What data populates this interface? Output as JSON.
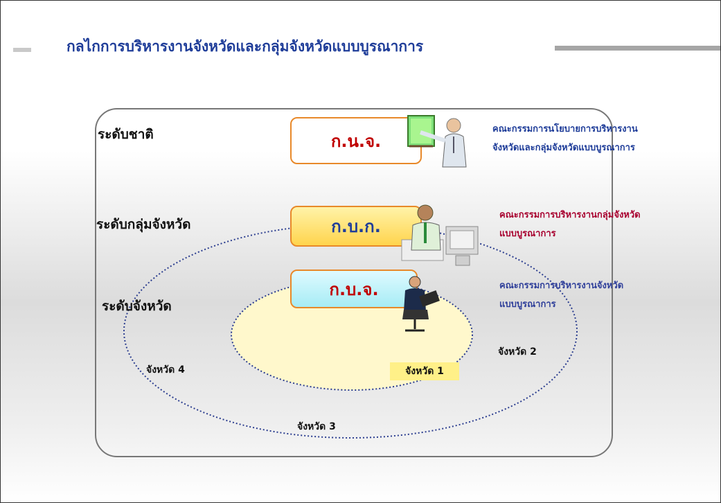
{
  "title": "กลไกการบริหารงานจังหวัดและกลุ่มจังหวัดแบบบูรณาการ",
  "levels": {
    "national": "ระดับชาติ",
    "group": "ระดับกลุ่มจังหวัด",
    "province": "ระดับจังหวัด"
  },
  "committees": {
    "national": {
      "abbr": "ก.น.จ.",
      "desc_line1": "คณะกรรมการนโยบายการบริหารงาน",
      "desc_line2": "จังหวัดและกลุ่มจังหวัดแบบบูรณาการ"
    },
    "group": {
      "abbr": "ก.บ.ก.",
      "desc_line1": "คณะกรรมการบริหารงานกลุ่มจังหวัด",
      "desc_line2": "แบบบูรณาการ"
    },
    "province": {
      "abbr": "ก.บ.จ.",
      "desc_line1": "คณะกรรมการบริหารงานจังหวัด",
      "desc_line2": "แบบบูรณาการ"
    }
  },
  "provinces": {
    "p1": "จังหวัด 1",
    "p2": "จังหวัด 2",
    "p3": "จังหวัด 3",
    "p4": "จังหวัด 4"
  },
  "colors": {
    "title": "#1f3d99",
    "national_text": "#c00000",
    "group_text": "#1f3d99",
    "province_text": "#c00000",
    "box_border": "#e8892a",
    "inner_ellipse_fill": "#fff8cc",
    "dotted_line": "#2b3d8f"
  },
  "icons": {
    "national": "presenter-icon",
    "group": "computer-worker-icon",
    "province": "laptop-businessman-icon"
  }
}
